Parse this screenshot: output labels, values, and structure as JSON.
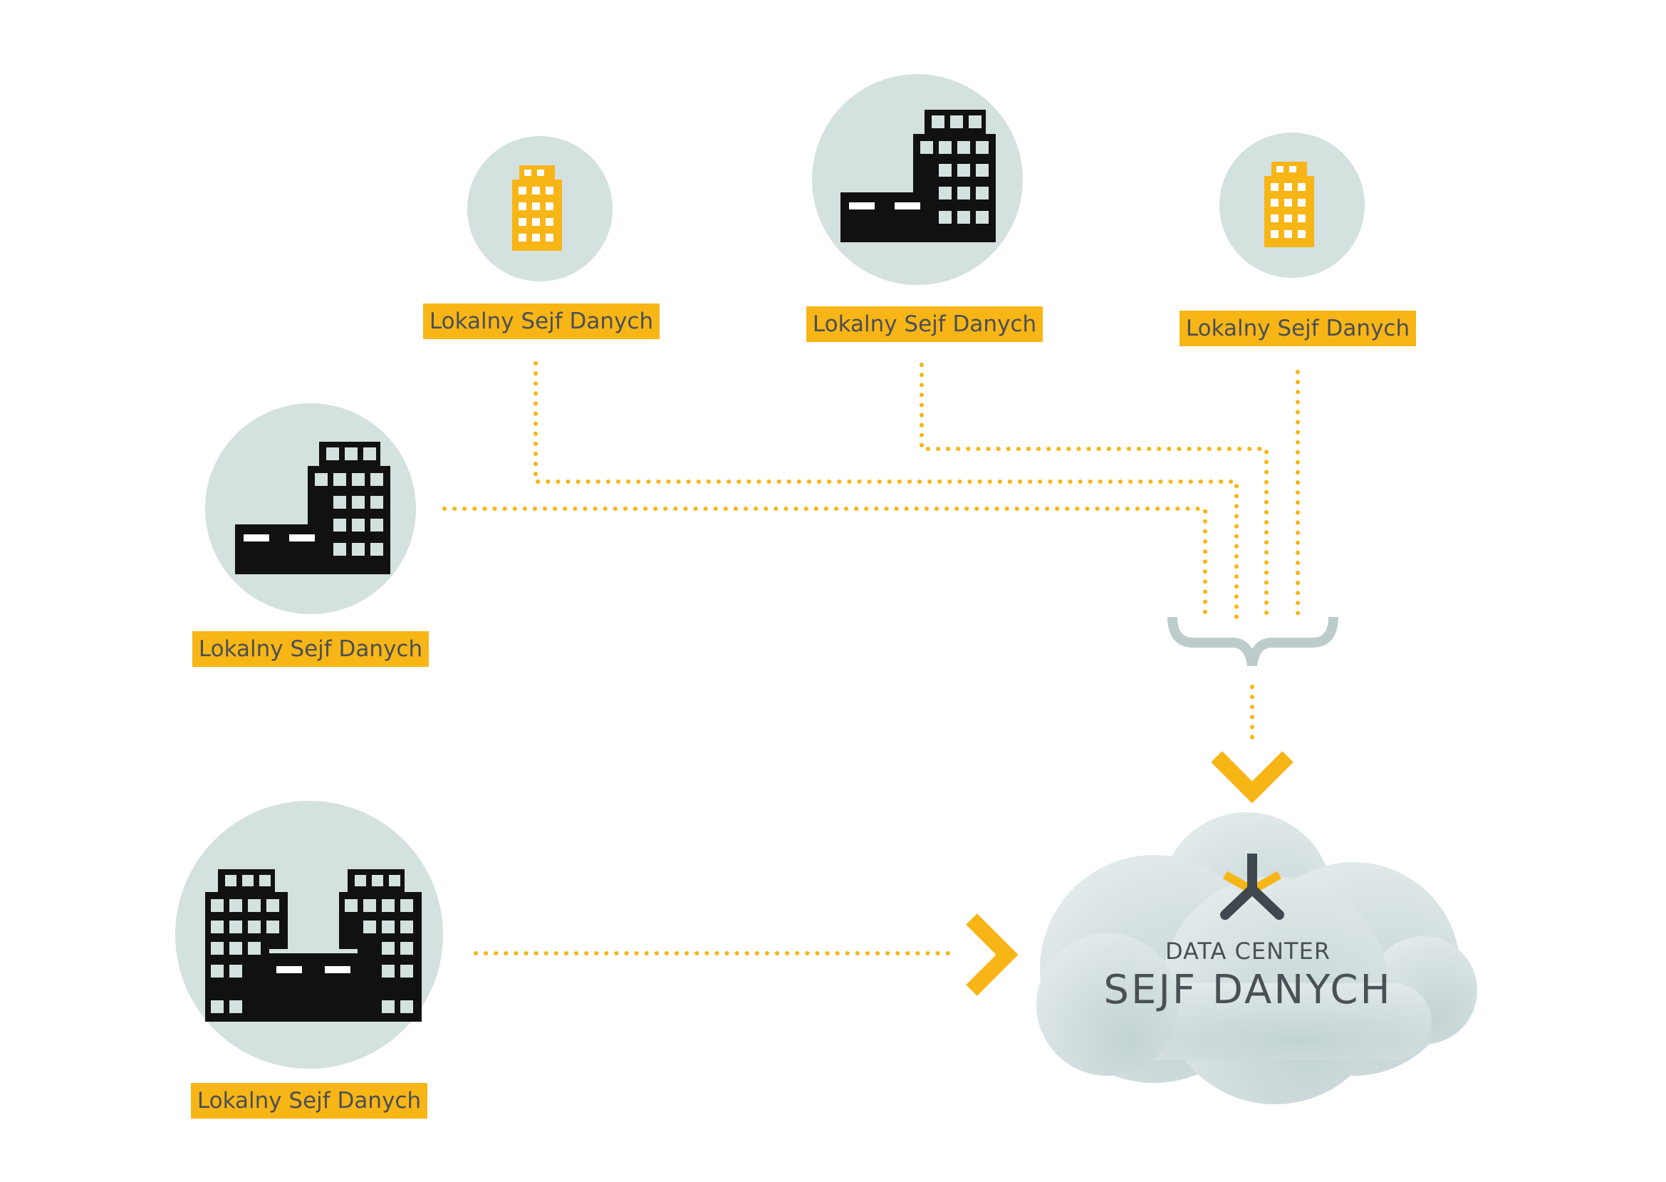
{
  "sites": [
    {
      "id": "site-1",
      "label": "Lokalny Sejf Danych",
      "icon": "small-office-building-icon"
    },
    {
      "id": "site-2",
      "label": "Lokalny Sejf Danych",
      "icon": "office-complex-icon"
    },
    {
      "id": "site-3",
      "label": "Lokalny Sejf Danych",
      "icon": "small-office-building-icon"
    },
    {
      "id": "site-4",
      "label": "Lokalny Sejf Danych",
      "icon": "office-complex-icon"
    },
    {
      "id": "site-5",
      "label": "Lokalny Sejf Danych",
      "icon": "twin-towers-icon"
    }
  ],
  "data_center": {
    "subtitle": "DATA CENTER",
    "title": "SEJF DANYCH",
    "icon": "data-center-logo-icon"
  },
  "colors": {
    "accent": "#f8b516",
    "circle": "#d3e1df",
    "building": "#111111",
    "bracket": "#bcccca",
    "text": "#4a4f54"
  }
}
